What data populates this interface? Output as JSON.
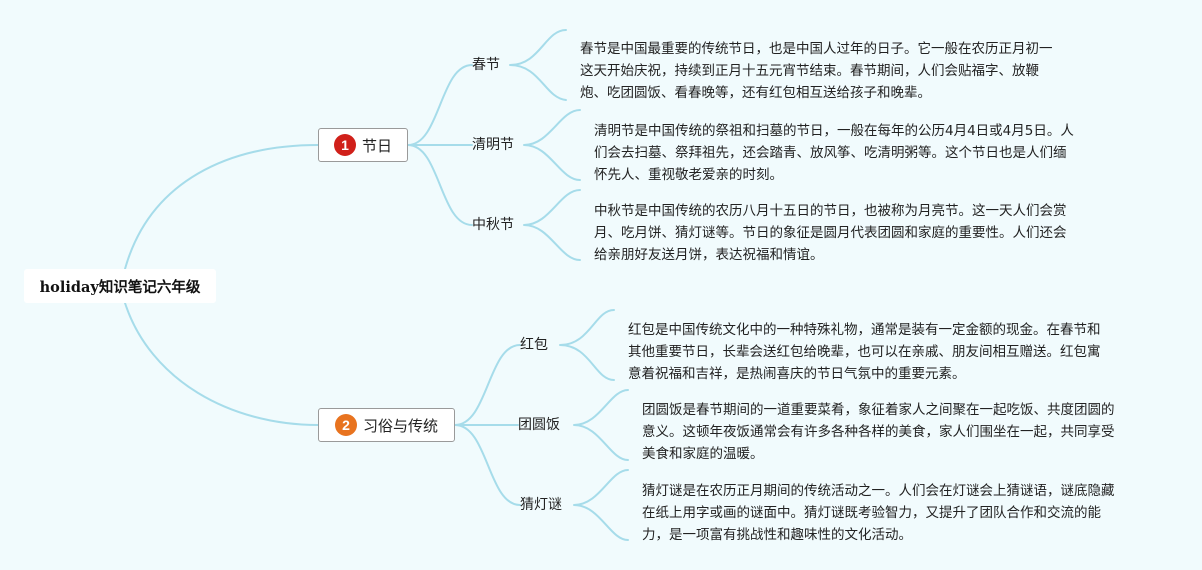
{
  "root": {
    "title": "holiday知识笔记六年级"
  },
  "branches": [
    {
      "number": "1",
      "label": "节日",
      "badge_color": "#d0201a",
      "topics": [
        {
          "label": "春节",
          "note": "春节是中国最重要的传统节日，也是中国人过年的日子。它一般在农历正月初一\n这天开始庆祝，持续到正月十五元宵节结束。春节期间，人们会贴福字、放鞭\n炮、吃团圆饭、看春晚等，还有红包相互送给孩子和晚辈。"
        },
        {
          "label": "清明节",
          "note": "清明节是中国传统的祭祖和扫墓的节日，一般在每年的公历4月4日或4月5日。人\n们会去扫墓、祭拜祖先，还会踏青、放风筝、吃清明粥等。这个节日也是人们缅\n怀先人、重视敬老爱亲的时刻。"
        },
        {
          "label": "中秋节",
          "note": "中秋节是中国传统的农历八月十五日的节日，也被称为月亮节。这一天人们会赏\n月、吃月饼、猜灯谜等。节日的象征是圆月代表团圆和家庭的重要性。人们还会\n给亲朋好友送月饼，表达祝福和情谊。"
        }
      ]
    },
    {
      "number": "2",
      "label": "习俗与传统",
      "badge_color": "#e8731f",
      "topics": [
        {
          "label": "红包",
          "note": "红包是中国传统文化中的一种特殊礼物，通常是装有一定金额的现金。在春节和\n其他重要节日，长辈会送红包给晚辈，也可以在亲戚、朋友间相互赠送。红包寓\n意着祝福和吉祥，是热闹喜庆的节日气氛中的重要元素。"
        },
        {
          "label": "团圆饭",
          "note": "团圆饭是春节期间的一道重要菜肴，象征着家人之间聚在一起吃饭、共度团圆的\n意义。这顿年夜饭通常会有许多各种各样的美食，家人们围坐在一起，共同享受\n美食和家庭的温暖。"
        },
        {
          "label": "猜灯谜",
          "note": "猜灯谜是在农历正月期间的传统活动之一。人们会在灯谜会上猜谜语，谜底隐藏\n在纸上用字或画的谜面中。猜灯谜既考验智力，又提升了团队合作和交流的能\n力，是一项富有挑战性和趣味性的文化活动。"
        }
      ]
    }
  ]
}
